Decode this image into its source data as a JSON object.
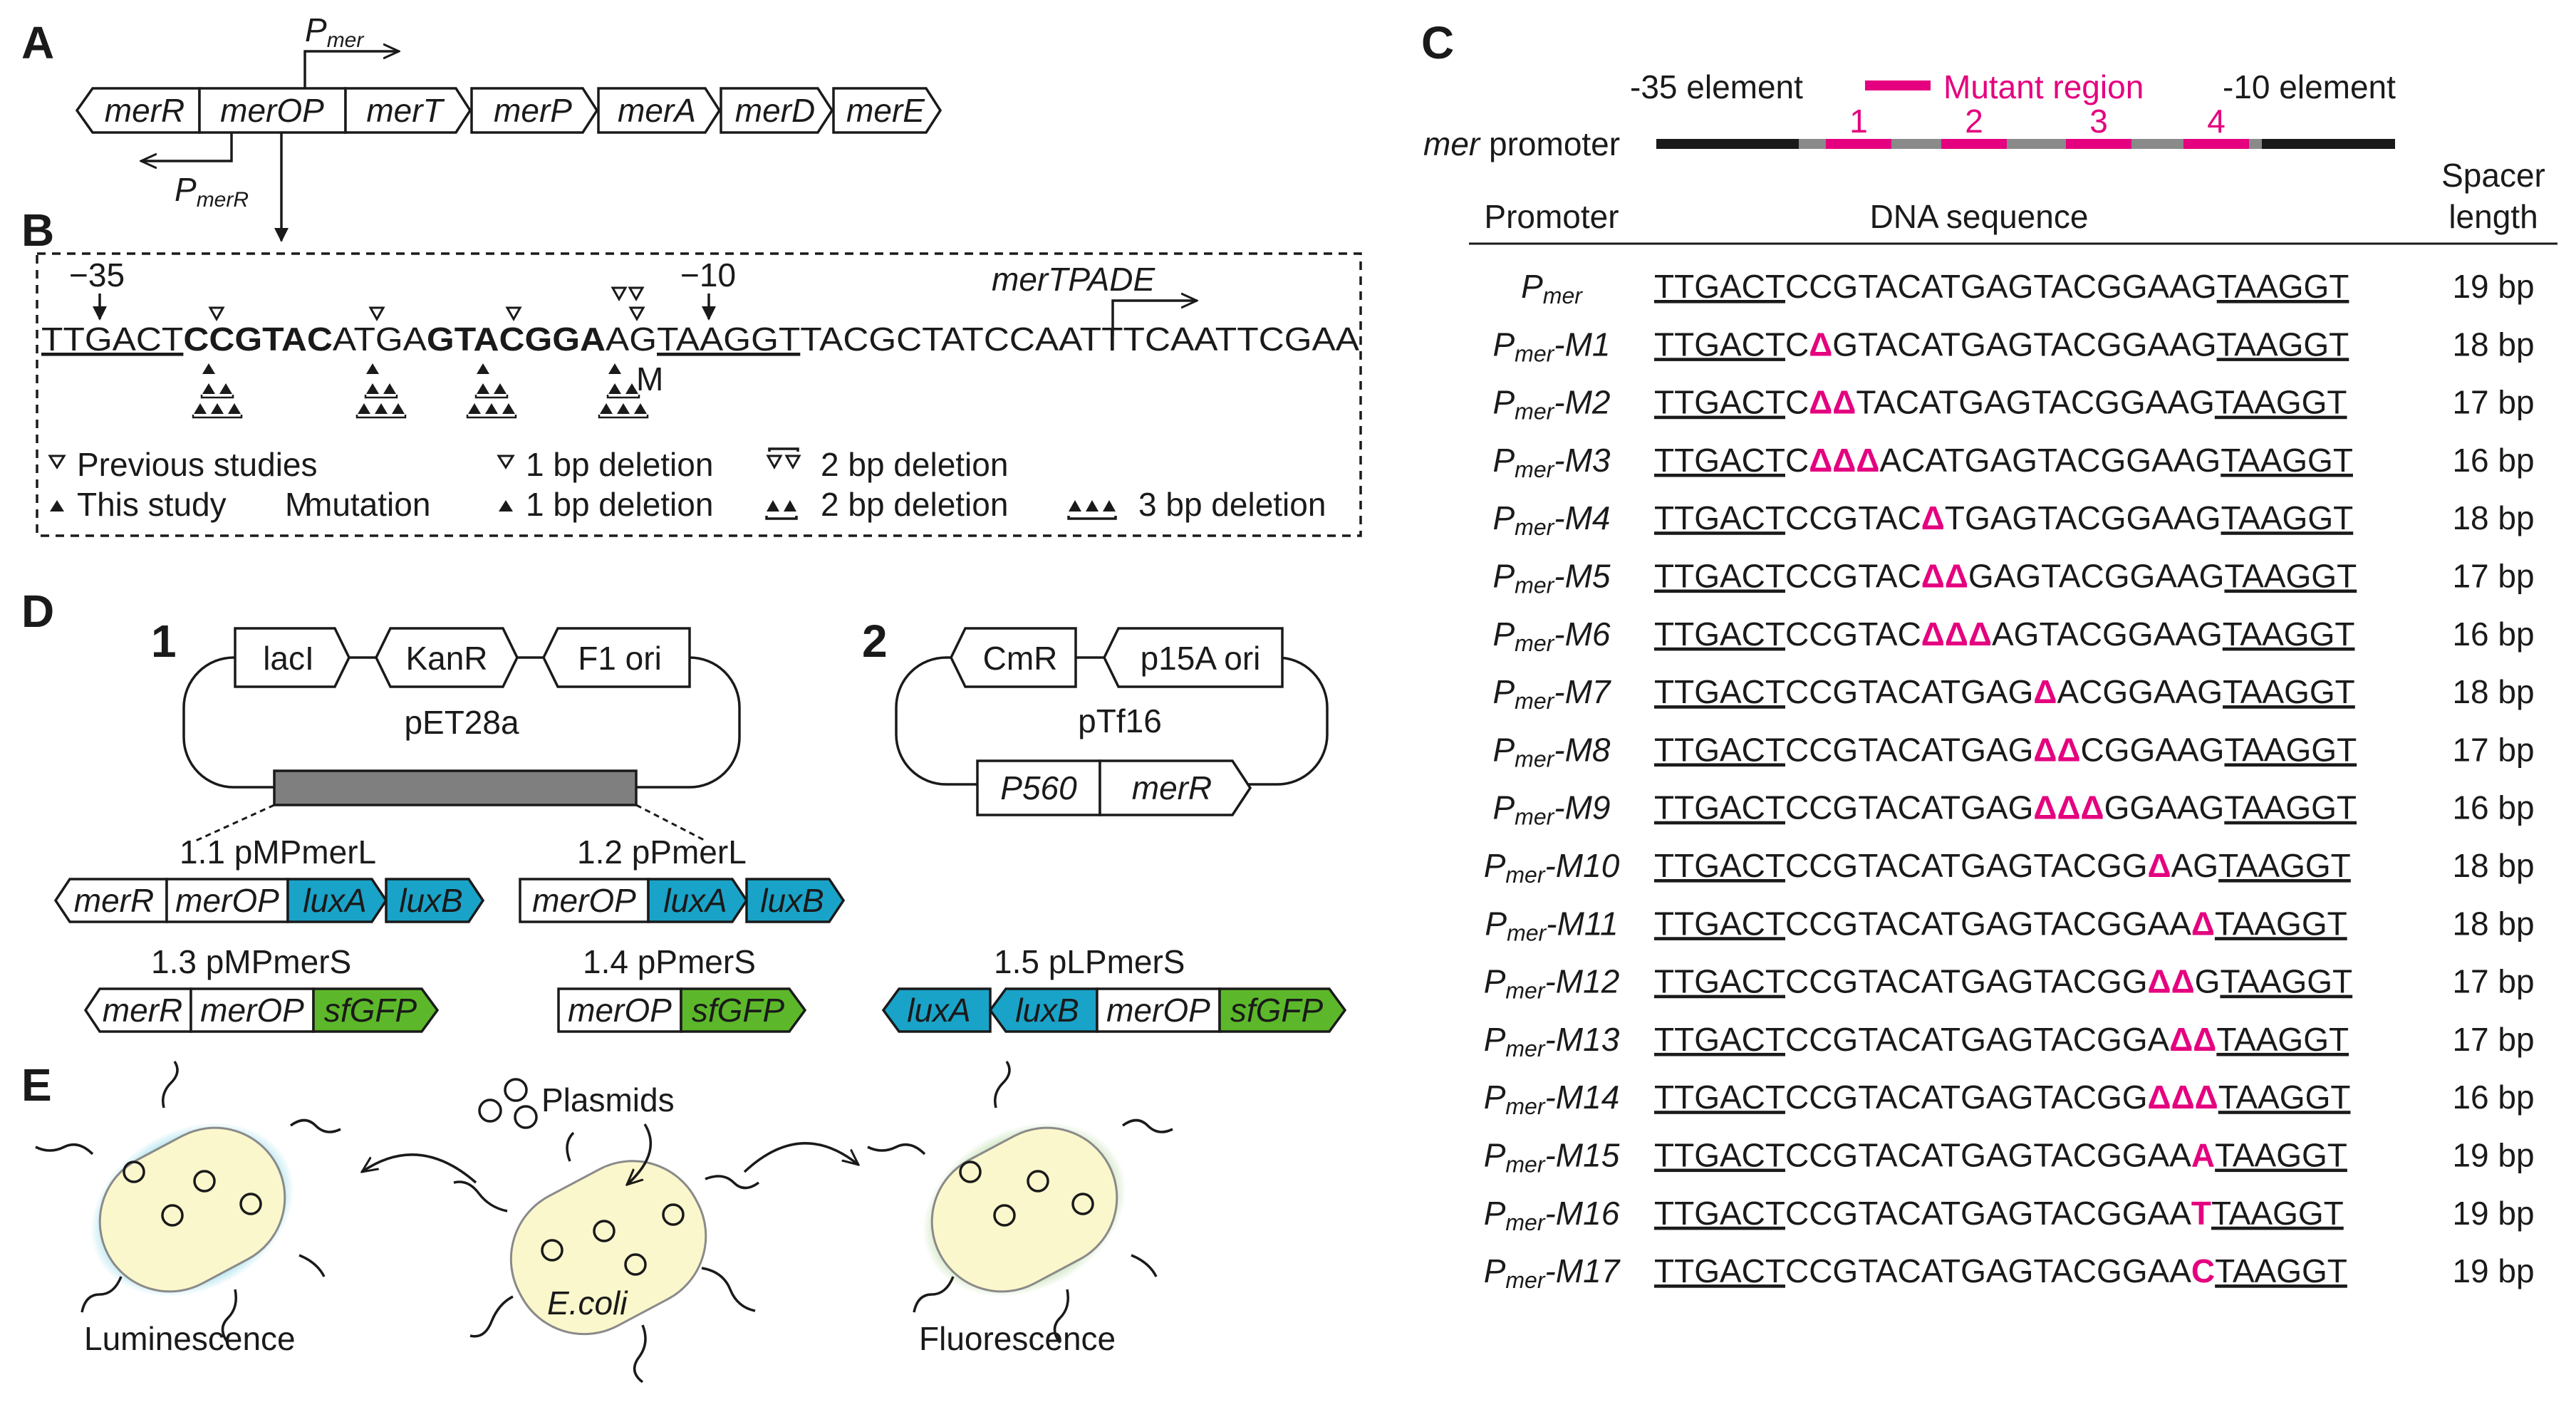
{
  "panels": {
    "A": "A",
    "B": "B",
    "C": "C",
    "D": "D",
    "E": "E"
  },
  "panelA": {
    "genes": [
      "merR",
      "merOP",
      "merT",
      "merP",
      "merA",
      "merD",
      "merE"
    ],
    "pmer": "P",
    "pmer_sub": "mer",
    "pmerR": "P",
    "pmerR_sub": "merR"
  },
  "panelB": {
    "m35": "−35",
    "m10": "−10",
    "operon": "merTPADE",
    "sequence": [
      {
        "t": "TTGACT",
        "u": true,
        "b": false
      },
      {
        "t": "CCGTAC",
        "u": false,
        "b": true
      },
      {
        "t": "ATGA",
        "u": false,
        "b": false
      },
      {
        "t": "GTACGGA",
        "u": false,
        "b": true
      },
      {
        "t": "AG",
        "u": false,
        "b": false
      },
      {
        "t": "TAAGGT",
        "u": true,
        "b": false
      },
      {
        "t": "TACGCTATCCAATTTCAATTCGAA",
        "u": false,
        "b": false
      }
    ],
    "mut_mark": "M",
    "legend": {
      "previous": "Previous studies",
      "this": "This study",
      "mutation": "mutation",
      "mutation_mark": "M",
      "del1_open": "1 bp deletion",
      "del2_open": "2 bp deletion",
      "del1": "1 bp deletion",
      "del2": "2 bp deletion",
      "del3": "3 bp deletion"
    }
  },
  "panelC": {
    "m35": "-35 element",
    "m10": "-10 element",
    "mutant": "Mutant region",
    "promoter_italic": "mer",
    "promoter_rest": " promoter",
    "region_numbers": [
      "1",
      "2",
      "3",
      "4"
    ],
    "col_promoter": "Promoter",
    "col_seq": "DNA sequence",
    "col_spacer_1": "Spacer",
    "col_spacer_2": "length",
    "rows": [
      {
        "p": "P",
        "sub": "mer",
        "suf": "",
        "pre": "TTGACT",
        "mid": "CCGTACATGAGTACGGAAG",
        "mag": "",
        "post": "",
        "tail": "TAAGGT",
        "len": "19 bp"
      },
      {
        "p": "P",
        "sub": "mer",
        "suf": "-M1",
        "pre": "TTGACT",
        "mid": "C",
        "mag": "Δ",
        "post": "GTACATGAGTACGGAAG",
        "tail": "TAAGGT",
        "len": "18 bp"
      },
      {
        "p": "P",
        "sub": "mer",
        "suf": "-M2",
        "pre": "TTGACT",
        "mid": "C",
        "mag": "ΔΔ",
        "post": "TACATGAGTACGGAAG",
        "tail": "TAAGGT",
        "len": "17 bp"
      },
      {
        "p": "P",
        "sub": "mer",
        "suf": "-M3",
        "pre": "TTGACT",
        "mid": "C",
        "mag": "ΔΔΔ",
        "post": "ACATGAGTACGGAAG",
        "tail": "TAAGGT",
        "len": "16 bp"
      },
      {
        "p": "P",
        "sub": "mer",
        "suf": "-M4",
        "pre": "TTGACT",
        "mid": "CCGTAC",
        "mag": "Δ",
        "post": "TGAGTACGGAAG",
        "tail": "TAAGGT",
        "len": "18 bp"
      },
      {
        "p": "P",
        "sub": "mer",
        "suf": "-M5",
        "pre": "TTGACT",
        "mid": "CCGTAC",
        "mag": "ΔΔ",
        "post": "GAGTACGGAAG",
        "tail": "TAAGGT",
        "len": "17 bp"
      },
      {
        "p": "P",
        "sub": "mer",
        "suf": "-M6",
        "pre": "TTGACT",
        "mid": "CCGTAC",
        "mag": "ΔΔΔ",
        "post": "AGTACGGAAG",
        "tail": "TAAGGT",
        "len": "16 bp"
      },
      {
        "p": "P",
        "sub": "mer",
        "suf": "-M7",
        "pre": "TTGACT",
        "mid": "CCGTACATGAG",
        "mag": "Δ",
        "post": "ACGGAAG",
        "tail": "TAAGGT",
        "len": "18 bp"
      },
      {
        "p": "P",
        "sub": "mer",
        "suf": "-M8",
        "pre": "TTGACT",
        "mid": "CCGTACATGAG",
        "mag": "ΔΔ",
        "post": "CGGAAG",
        "tail": "TAAGGT",
        "len": "17 bp"
      },
      {
        "p": "P",
        "sub": "mer",
        "suf": "-M9",
        "pre": "TTGACT",
        "mid": "CCGTACATGAG",
        "mag": "ΔΔΔ",
        "post": "GGAAG",
        "tail": "TAAGGT",
        "len": "16 bp"
      },
      {
        "p": "P",
        "sub": "mer",
        "suf": "-M10",
        "pre": "TTGACT",
        "mid": "CCGTACATGAGTACGG",
        "mag": "Δ",
        "post": "AG",
        "tail": "TAAGGT",
        "len": "18 bp"
      },
      {
        "p": "P",
        "sub": "mer",
        "suf": "-M11",
        "pre": "TTGACT",
        "mid": "CCGTACATGAGTACGGAA",
        "mag": "Δ",
        "post": "",
        "tail": "TAAGGT",
        "len": "18 bp"
      },
      {
        "p": "P",
        "sub": "mer",
        "suf": "-M12",
        "pre": "TTGACT",
        "mid": "CCGTACATGAGTACGG",
        "mag": "ΔΔ",
        "post": "G",
        "tail": "TAAGGT",
        "len": "17 bp"
      },
      {
        "p": "P",
        "sub": "mer",
        "suf": "-M13",
        "pre": "TTGACT",
        "mid": "CCGTACATGAGTACGGA",
        "mag": "ΔΔ",
        "post": "",
        "tail": "TAAGGT",
        "len": "17 bp"
      },
      {
        "p": "P",
        "sub": "mer",
        "suf": "-M14",
        "pre": "TTGACT",
        "mid": "CCGTACATGAGTACGG",
        "mag": "ΔΔΔ",
        "post": "",
        "tail": "TAAGGT",
        "len": "16 bp"
      },
      {
        "p": "P",
        "sub": "mer",
        "suf": "-M15",
        "pre": "TTGACT",
        "mid": "CCGTACATGAGTACGGAA",
        "mag": "A",
        "post": "",
        "tail": "TAAGGT",
        "len": "19 bp"
      },
      {
        "p": "P",
        "sub": "mer",
        "suf": "-M16",
        "pre": "TTGACT",
        "mid": "CCGTACATGAGTACGGAA",
        "mag": "T",
        "post": "",
        "tail": "TAAGGT",
        "len": "19 bp"
      },
      {
        "p": "P",
        "sub": "mer",
        "suf": "-M17",
        "pre": "TTGACT",
        "mid": "CCGTACATGAGTACGGAA",
        "mag": "C",
        "post": "",
        "tail": "TAAGGT",
        "len": "19 bp"
      }
    ]
  },
  "panelD": {
    "num1": "1",
    "num2": "2",
    "pET": {
      "laci": "lacI",
      "kanr": "KanR",
      "f1": "F1 ori",
      "name": "pET28a"
    },
    "pTf": {
      "cmr": "CmR",
      "p15a": "p15A ori",
      "name": "pTf16",
      "p560": "P560",
      "merr": "merR"
    },
    "c11": {
      "title": "1.1  pMPmerL",
      "parts": [
        "merR",
        "merOP",
        "luxA",
        "luxB"
      ]
    },
    "c12": {
      "title": "1.2  pPmerL",
      "parts": [
        "merOP",
        "luxA",
        "luxB"
      ]
    },
    "c13": {
      "title": "1.3  pMPmerS",
      "parts": [
        "merR",
        "merOP",
        "sfGFP"
      ]
    },
    "c14": {
      "title": "1.4  pPmerS",
      "parts": [
        "merOP",
        "sfGFP"
      ]
    },
    "c15": {
      "title": "1.5  pLPmerS",
      "parts": [
        "luxA",
        "luxB",
        "merOP",
        "sfGFP"
      ]
    }
  },
  "panelE": {
    "plasmids": "Plasmids",
    "ecoli": "E.coli",
    "lum": "Luminescence",
    "flu": "Fluorescence"
  }
}
